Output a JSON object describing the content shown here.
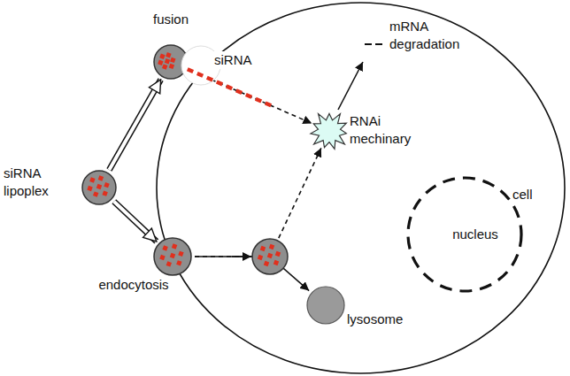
{
  "diagram": {
    "nodes": [
      {
        "text": [
          "cell"
        ]
      },
      {
        "text": [
          "fusion"
        ]
      },
      {
        "text": [
          "siRNA lipoplex"
        ]
      },
      {
        "text": [
          "endocytosis"
        ]
      },
      {
        "text": [
          "RNAi mechinary"
        ],
        "in": 0
      },
      {
        "text": [
          "nucleus"
        ],
        "in": 0
      },
      {
        "text": [
          "lysosome"
        ],
        "in": 0
      }
    ],
    "edges": [
      {
        "from": 2,
        "to": 1,
        "arrow": "to"
      },
      {
        "from": 2,
        "to": 3,
        "arrow": "to"
      },
      {
        "from": 1,
        "to": 4,
        "label": "siRNA",
        "arrow": "to"
      },
      {
        "from": 3,
        "to": 4,
        "arrow": "to"
      },
      {
        "from": 3,
        "to": 6,
        "arrow": "to"
      }
    ],
    "labels": [
      "mRNA degradation"
    ]
  }
}
